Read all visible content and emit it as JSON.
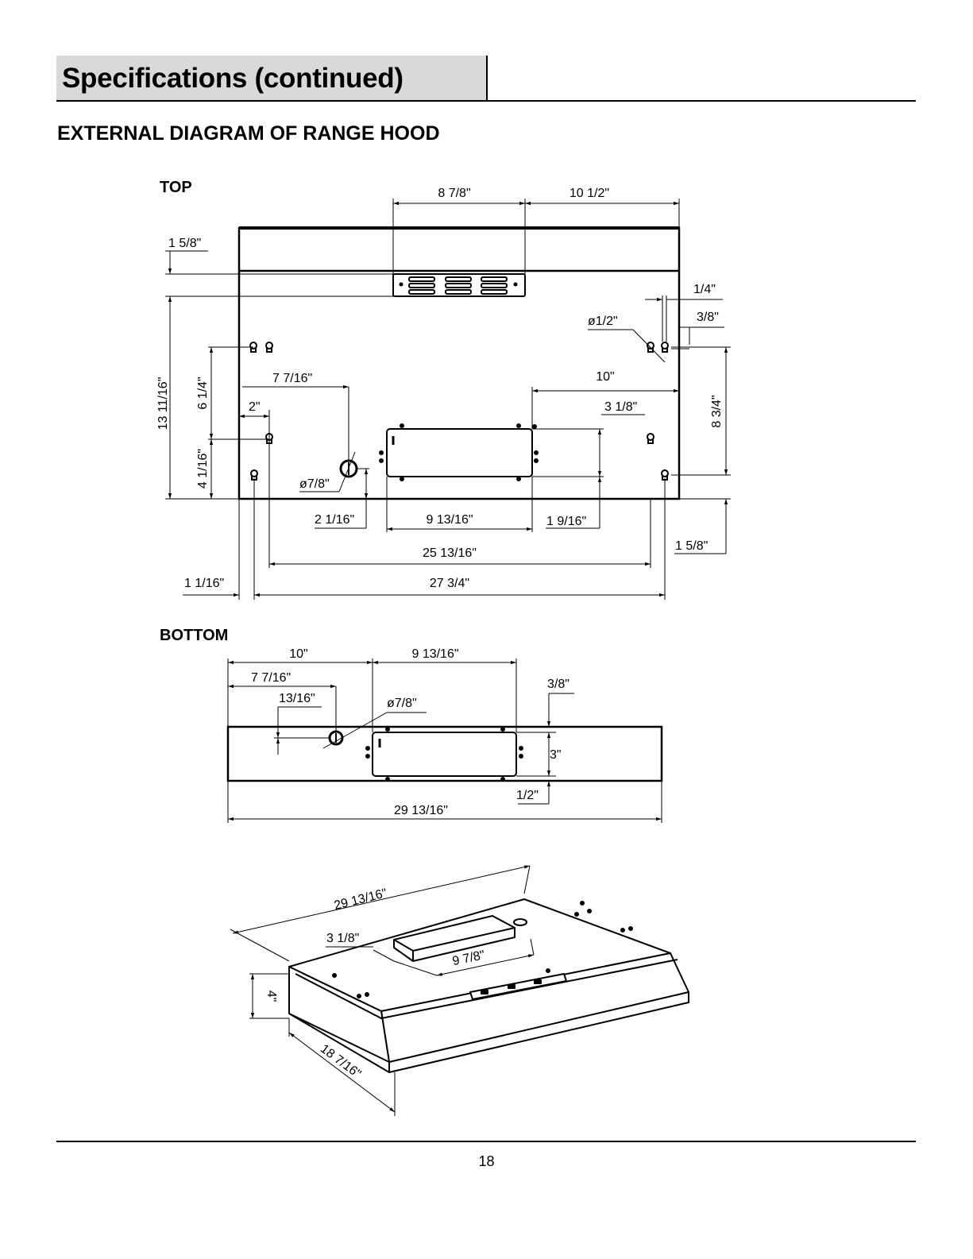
{
  "header": {
    "title": "Specifications (continued)"
  },
  "section": {
    "title": "EXTERNAL DIAGRAM OF RANGE HOOD"
  },
  "diagram": {
    "top": {
      "label": "TOP",
      "dims": {
        "vent_width": "8 7/8\"",
        "vent_to_right": "10 1/2\"",
        "top_offset": "1 5/8\"",
        "right_tick": "1/4\"",
        "right_offset": "3/8\"",
        "hole_half": "ø1/2\"",
        "height_total": "13 11/16\"",
        "keyhole_upper": "6 1/4\"",
        "keyhole_lower": "4 1/16\"",
        "left_two": "2\"",
        "knockout_x": "7 7/16\"",
        "knockout_dia": "ø7/8\"",
        "knockout_y": "2 1/16\"",
        "box_width": "9 13/16\"",
        "box_to_right": "10\"",
        "box_height": "3 1/8\"",
        "box_bottom": "1 9/16\"",
        "right_height": "8 3/4\"",
        "right_bottom": "1 5/8\"",
        "keyhole_span": "25 13/16\"",
        "left_offset": "1 1/16\"",
        "keyhole_span_total": "27 3/4\""
      }
    },
    "bottom": {
      "label": "BOTTOM",
      "dims": {
        "to_box": "10\"",
        "box_width": "9 13/16\"",
        "to_knockout": "7 7/16\"",
        "knockout_y": "13/16\"",
        "knockout_dia": "ø7/8\"",
        "top_offset": "3/8\"",
        "box_height": "3\"",
        "bottom_offset": "1/2\"",
        "total_width": "29 13/16\""
      }
    },
    "iso": {
      "width": "29 13/16\"",
      "duct_depth": "3 1/8\"",
      "duct_width": "9 7/8\"",
      "height": "4\"",
      "depth": "18 7/16\""
    }
  },
  "footer": {
    "page_number": "18"
  }
}
